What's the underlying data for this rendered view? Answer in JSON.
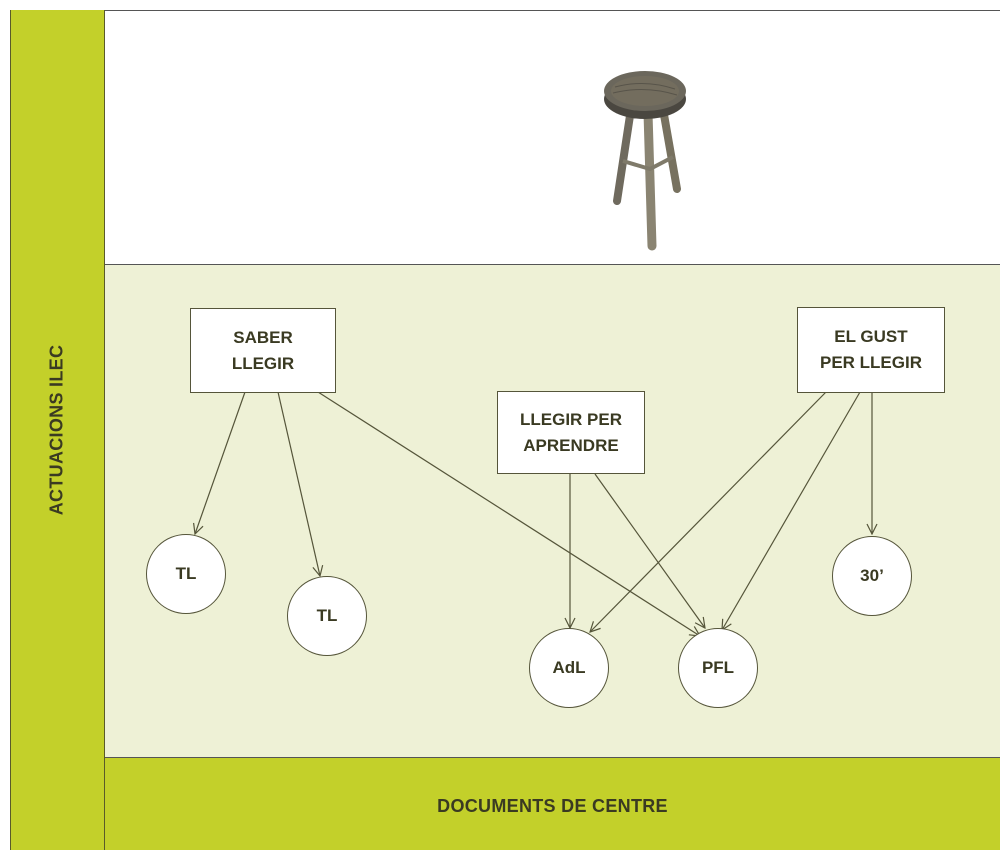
{
  "side_label": "ACTUACIONS ILEC",
  "footer_label": "DOCUMENTS DE CENTRE",
  "nodes": {
    "saber": "SABER\nLLEGIR",
    "aprendre": "LLEGIR PER\nAPRENDRE",
    "gust": "EL GUST\nPER LLEGIR"
  },
  "circles": {
    "tl1": "TL",
    "tl2": "TL",
    "adl": "AdL",
    "pfl": "PFL",
    "thirty": "30’"
  },
  "image": {
    "depicts": "wooden three-legged stool"
  },
  "colors": {
    "accent": "#c3d02a",
    "panel": "#eef1d6",
    "text": "#3a3a22",
    "line": "#55553a"
  }
}
